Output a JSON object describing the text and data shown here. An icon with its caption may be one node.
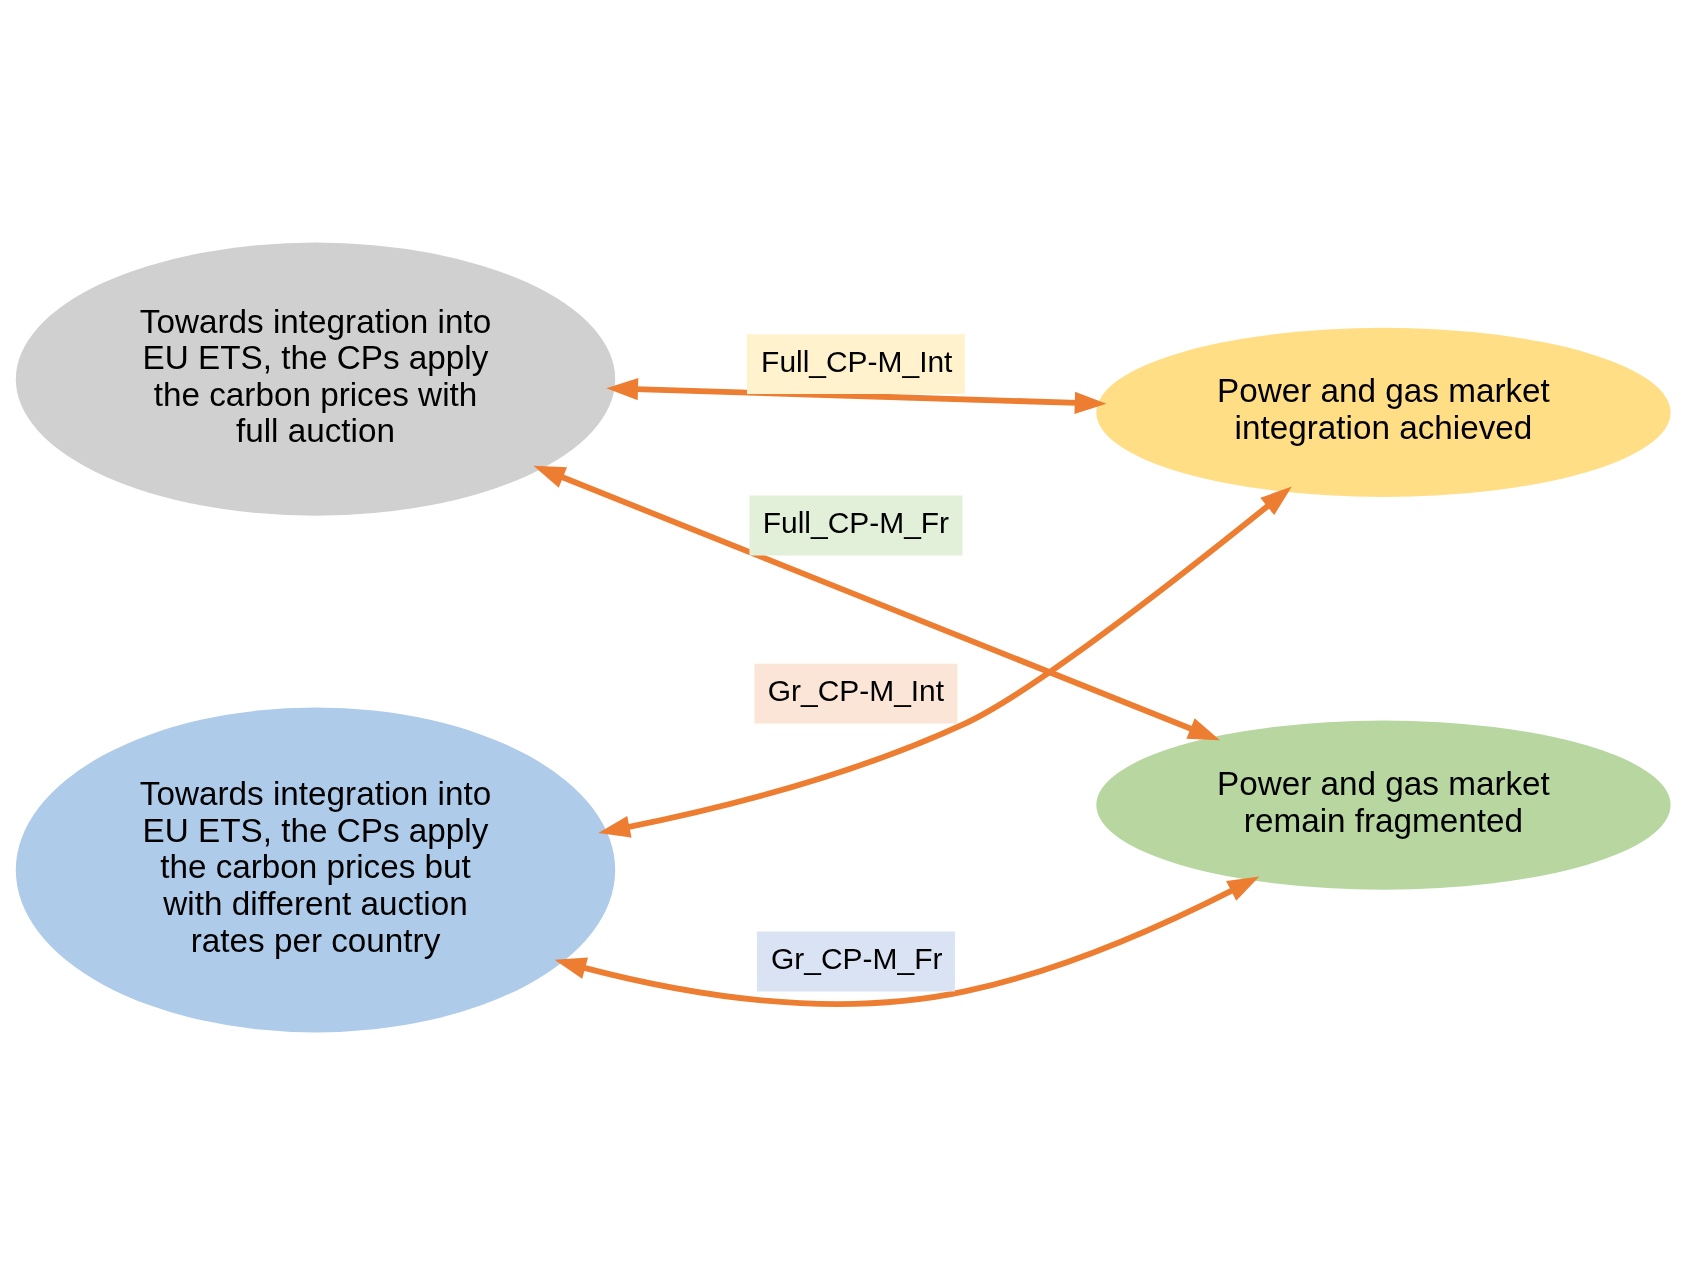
{
  "diagram": {
    "nodes": [
      {
        "text": [
          "Towards integration into EU ETS, the CPs apply the carbon prices with full auction"
        ]
      },
      {
        "text": [
          "Power and gas market integration achieved"
        ]
      },
      {
        "text": [
          "Towards integration into EU ETS, the CPs apply the carbon prices but with different auction rates per country"
        ]
      },
      {
        "text": [
          "Power and gas market remain fragmented"
        ]
      }
    ],
    "edges": [
      {
        "from": 0,
        "to": 1,
        "arrow": "both",
        "label": "Full_CP-M_Int"
      },
      {
        "from": 0,
        "to": 3,
        "arrow": "both",
        "label": "Full_CP-M_Fr"
      },
      {
        "from": 2,
        "to": 1,
        "arrow": "both",
        "label": "Gr_CP-M_Int"
      },
      {
        "from": 2,
        "to": 3,
        "arrow": "both",
        "label": "Gr_CP-M_Fr"
      }
    ]
  }
}
